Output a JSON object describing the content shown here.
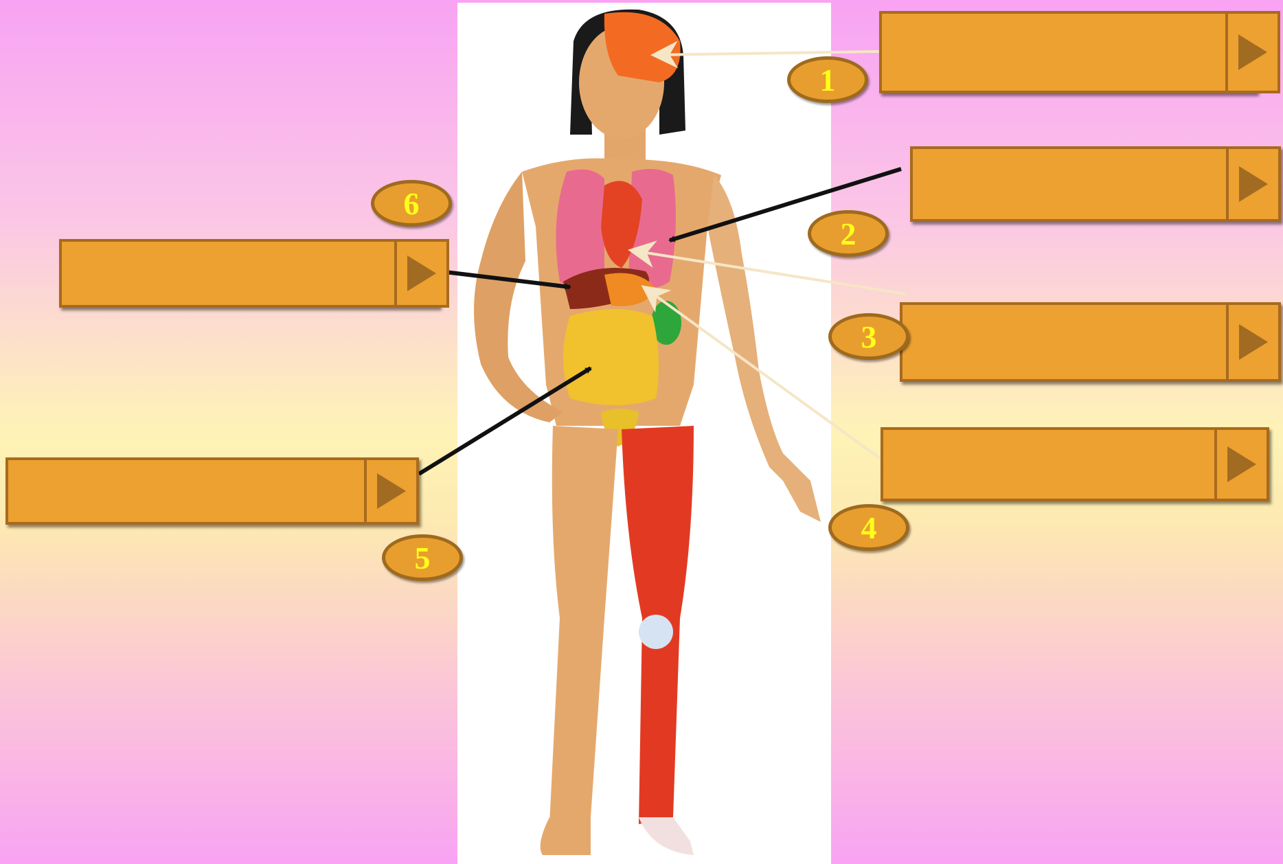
{
  "diagram": {
    "badges": [
      {
        "id": "1",
        "text": "1"
      },
      {
        "id": "2",
        "text": "2"
      },
      {
        "id": "3",
        "text": "3"
      },
      {
        "id": "4",
        "text": "4"
      },
      {
        "id": "5",
        "text": "5"
      },
      {
        "id": "6",
        "text": "6"
      }
    ],
    "label_boxes": [
      {
        "number": "1",
        "text": "",
        "icon": "play-icon"
      },
      {
        "number": "2",
        "text": "",
        "icon": "play-icon"
      },
      {
        "number": "3",
        "text": "",
        "icon": "play-icon"
      },
      {
        "number": "4",
        "text": "",
        "icon": "play-icon"
      },
      {
        "number": "5",
        "text": "",
        "icon": "play-icon"
      },
      {
        "number": "6",
        "text": "",
        "icon": "play-icon"
      }
    ],
    "colors": {
      "box_fill": "#eca130",
      "box_border": "#a86a1e",
      "badge_text": "#ffff1a",
      "arrow_dark": "#111111",
      "arrow_light": "#f7e9cc"
    }
  }
}
